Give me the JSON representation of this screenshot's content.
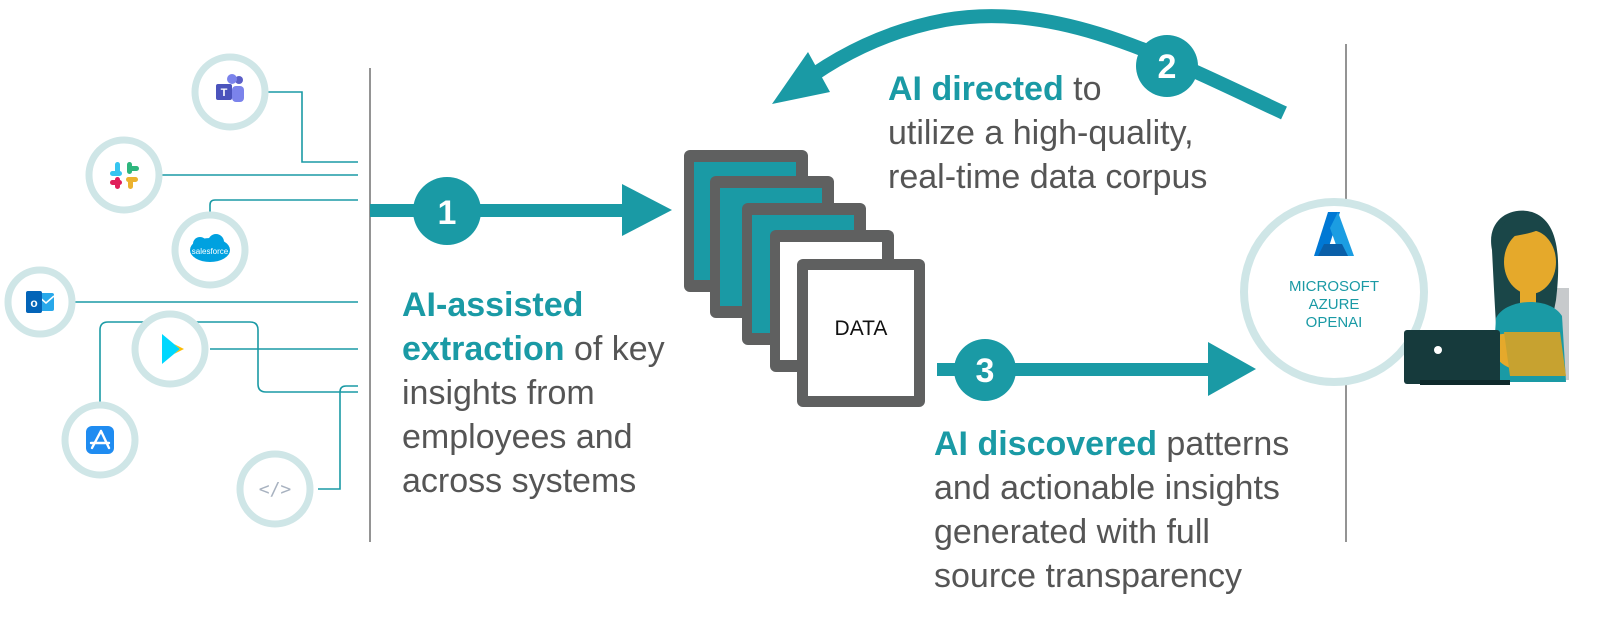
{
  "colors": {
    "teal": "#1a9aa5",
    "teal_dark": "#157f88",
    "ring": "#cfe6e7",
    "divider": "#7a7a7a",
    "doc_frame": "#5f6060",
    "text": "#555555"
  },
  "sources": [
    {
      "icon": "teams-icon"
    },
    {
      "icon": "slack-icon"
    },
    {
      "icon": "salesforce-icon",
      "label": "salesforce"
    },
    {
      "icon": "outlook-icon"
    },
    {
      "icon": "google-play-icon"
    },
    {
      "icon": "app-store-icon"
    },
    {
      "icon": "code-icon",
      "label": "</>"
    }
  ],
  "steps": {
    "one": {
      "number": "1",
      "bold": "AI-assisted extraction",
      "bold_line1": "AI-assisted",
      "bold_line2": "extraction",
      "rest_line2": " of key",
      "line3": "insights from",
      "line4": "employees and",
      "line5": "across systems"
    },
    "two": {
      "number": "2",
      "bold": "AI directed",
      "rest_line1": " to",
      "line2": "utilize a high-quality,",
      "line3": "real-time data corpus"
    },
    "three": {
      "number": "3",
      "bold": "AI discovered",
      "rest_line1": " patterns",
      "line2": "and actionable insights",
      "line3": "generated with full",
      "line4": "source transparency"
    }
  },
  "data_stack": {
    "label": "DATA",
    "layers": 5
  },
  "azure": {
    "icon": "azure-logo-icon",
    "line1": "MICROSOFT",
    "line2": "AZURE",
    "line3": "OPENAI"
  },
  "person": {
    "icon": "person-laptop-icon"
  }
}
